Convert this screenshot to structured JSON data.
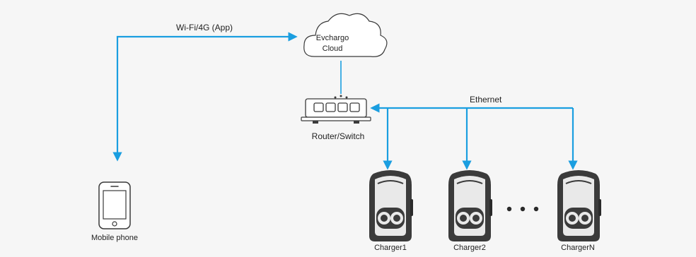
{
  "labels": {
    "wifi": "Wi-Fi/4G (App)",
    "cloud_line1": "Evchargo",
    "cloud_line2": "Cloud",
    "ethernet": "Ethernet",
    "router": "Router/Switch",
    "phone": "Mobile phone",
    "charger1": "Charger1",
    "charger2": "Charger2",
    "chargerN": "ChargerN"
  },
  "colors": {
    "link": "#1a9ee0",
    "device_stroke": "#3a3a3a",
    "charger_body": "#3b3b3b",
    "charger_face": "#e9e9e9",
    "background": "#f6f6f6"
  },
  "icons": {
    "cloud": "cloud-icon",
    "router": "router-switch-icon",
    "phone": "mobile-phone-icon",
    "charger": "ev-charger-icon",
    "ellipsis": "ellipsis-dots"
  }
}
